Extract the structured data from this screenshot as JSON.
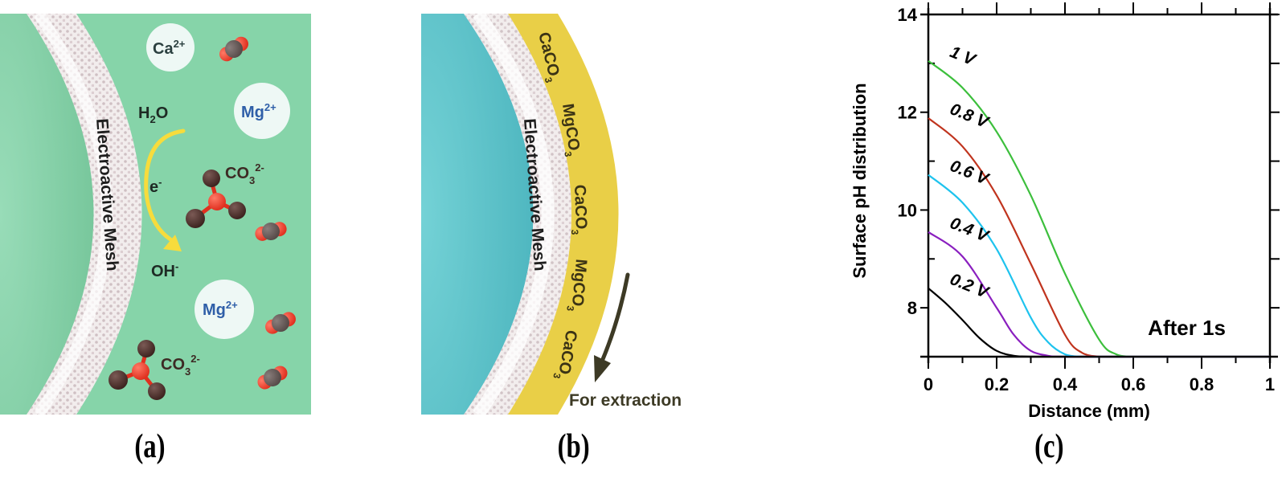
{
  "panel_a": {
    "caption": "(a)",
    "mesh_label": "Electroactive Mesh",
    "species": {
      "ca_ion": {
        "base": "Ca",
        "sup": "2+"
      },
      "mg_ion_1": {
        "base": "Mg",
        "sup": "2+"
      },
      "mg_ion_2": {
        "base": "Mg",
        "sup": "2+"
      },
      "water": {
        "base": "H",
        "sub": "2",
        "tail": "O"
      },
      "electron": {
        "base": "e",
        "sup": "-"
      },
      "hydroxide": {
        "base": "OH",
        "sup": "-"
      },
      "carbonate_1": {
        "base": "CO",
        "sub": "3",
        "sup": "2-"
      },
      "carbonate_2": {
        "base": "CO",
        "sub": "3",
        "sup": "2-"
      }
    },
    "colors": {
      "solution": "#86d4a9",
      "mesh": "#f3eeee",
      "arrow": "#f7dc3c",
      "ca_text": "#2b4040",
      "mg_text": "#2f5fa8",
      "oxygen_red": "#ef4035",
      "carbon_dark": "#4d2c27"
    }
  },
  "panel_b": {
    "caption": "(b)",
    "mesh_label": "Electroactive Mesh",
    "deposit_labels": [
      {
        "base": "CaCO",
        "sub": "3"
      },
      {
        "base": "MgCO",
        "sub": "3"
      },
      {
        "base": "CaCO",
        "sub": "3"
      },
      {
        "base": "MgCO",
        "sub": "3"
      },
      {
        "base": "CaCO",
        "sub": "3"
      }
    ],
    "extraction_label": "For extraction",
    "colors": {
      "electrode": "#69cdd2",
      "deposit": "#e9cf47",
      "arrow": "#3d3a25"
    }
  },
  "panel_c": {
    "caption": "(c)"
  },
  "chart_data": {
    "type": "line",
    "title": "",
    "xlabel": "Distance (mm)",
    "ylabel": "Surface pH distribution",
    "xlim": [
      0,
      1
    ],
    "ylim": [
      7,
      14
    ],
    "xticks": [
      0,
      0.2,
      0.4,
      0.6,
      0.8,
      1
    ],
    "xtick_labels": [
      "0",
      "0.2",
      "0.4",
      "0.6",
      "0.8",
      "1"
    ],
    "yticks": [
      8,
      10,
      12,
      14
    ],
    "ytick_labels": [
      "8",
      "10",
      "12",
      "14"
    ],
    "grid": false,
    "annotation": "After 1s",
    "series": [
      {
        "name": "1 V",
        "color": "#3cbf3c",
        "x": [
          0,
          0.1,
          0.2,
          0.3,
          0.4,
          0.5,
          0.55,
          0.6
        ],
        "y": [
          13.05,
          12.5,
          11.6,
          10.3,
          8.7,
          7.35,
          7.05,
          7.0
        ]
      },
      {
        "name": "0.8 V",
        "color": "#c0341e",
        "x": [
          0,
          0.1,
          0.2,
          0.3,
          0.4,
          0.45,
          0.5
        ],
        "y": [
          11.88,
          11.3,
          10.3,
          8.9,
          7.45,
          7.08,
          7.0
        ]
      },
      {
        "name": "0.6 V",
        "color": "#1ec3ee",
        "x": [
          0,
          0.1,
          0.2,
          0.3,
          0.35,
          0.4,
          0.45
        ],
        "y": [
          10.72,
          10.15,
          9.2,
          7.8,
          7.3,
          7.05,
          7.0
        ]
      },
      {
        "name": "0.4 V",
        "color": "#8a1fbf",
        "x": [
          0,
          0.1,
          0.2,
          0.25,
          0.3,
          0.35,
          0.38
        ],
        "y": [
          9.55,
          9.05,
          8.0,
          7.45,
          7.12,
          7.02,
          7.0
        ]
      },
      {
        "name": "0.2 V",
        "color": "#000000",
        "x": [
          0,
          0.05,
          0.1,
          0.15,
          0.2,
          0.25,
          0.3
        ],
        "y": [
          8.4,
          8.1,
          7.75,
          7.38,
          7.12,
          7.02,
          7.0
        ]
      }
    ]
  }
}
